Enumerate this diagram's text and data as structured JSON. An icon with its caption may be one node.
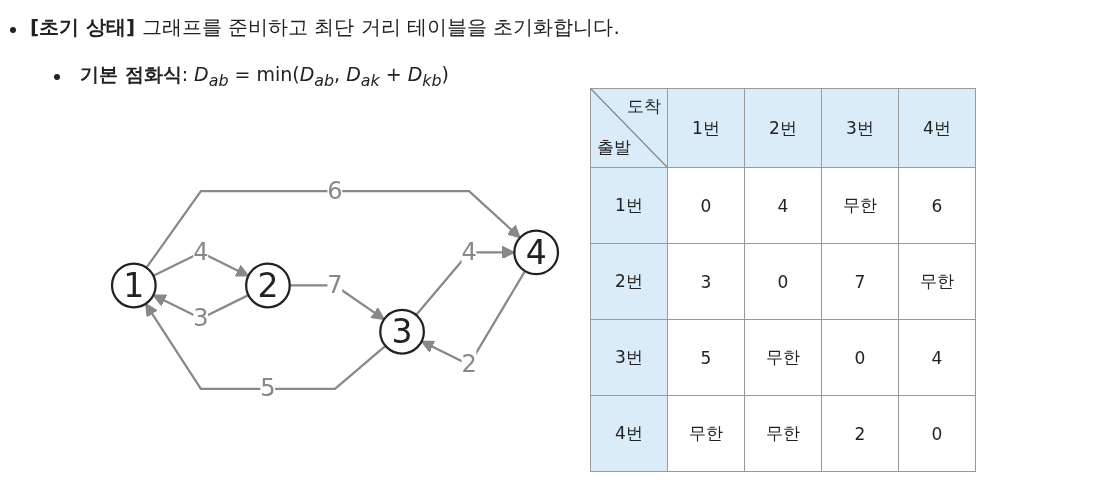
{
  "diagram": {
    "nodes": [
      {
        "text": [
          "1"
        ]
      },
      {
        "text": [
          "2"
        ]
      },
      {
        "text": [
          "3"
        ]
      },
      {
        "text": [
          "4"
        ]
      }
    ],
    "edges": [
      {
        "from": 1,
        "to": 0,
        "arrow": "to",
        "label": "3"
      },
      {
        "from": 0,
        "to": 1,
        "arrow": "to",
        "label": "4"
      },
      {
        "from": 0,
        "to": 3,
        "arrow": "to",
        "label": "6"
      },
      {
        "from": 1,
        "to": 2,
        "arrow": "to",
        "label": "7"
      },
      {
        "from": 2,
        "to": 0,
        "arrow": "to",
        "label": "5"
      },
      {
        "from": 3,
        "to": 2,
        "arrow": "to",
        "label": "2"
      },
      {
        "from": 2,
        "to": 3,
        "arrow": "to",
        "label": "4"
      }
    ],
    "labels": [
      "**[초기 상태]** 그래프를 준비하고 최단 거리 테이블을 초기화합니다.",
      "**기본 점화식**: *D*$_{ab}$ = min(*D*$_{ab}$, *D*$_{ak}$ + *D*$_{kb}$)",
      "도착",
      "출발",
      "1번",
      "2번",
      "3번",
      "4번",
      "1번",
      "0",
      "4",
      "무한",
      "6",
      "2번",
      "3",
      "0",
      "7",
      "무한",
      "3번",
      "5",
      "무한",
      "0",
      "4",
      "4번",
      "무한",
      "무한",
      "2",
      "0"
    ]
  }
}
